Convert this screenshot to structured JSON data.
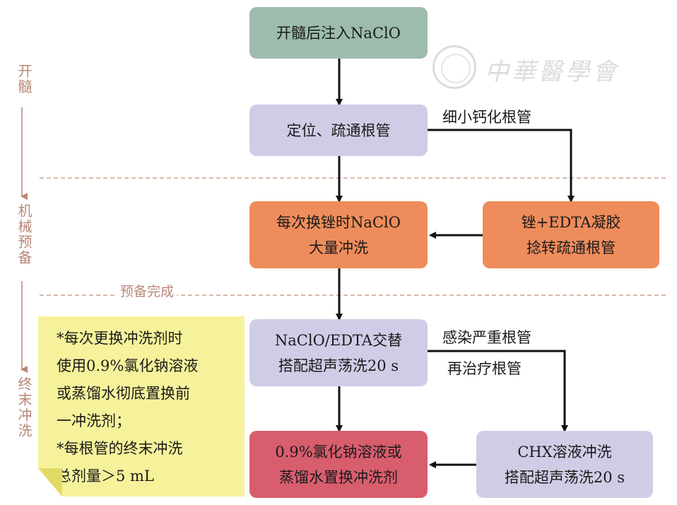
{
  "nodes": {
    "open": {
      "lines": [
        "开髓后注入NaClO"
      ]
    },
    "locate": {
      "lines": [
        "定位、疏通根管"
      ]
    },
    "flush": {
      "lines": [
        "每次换锉时NaClO",
        "大量冲洗"
      ]
    },
    "edta_gel": {
      "lines": [
        "锉+EDTA凝胶",
        "捻转疏通根管"
      ]
    },
    "alternate": {
      "lines": [
        "NaClO/EDTA交替",
        "搭配超声荡洗20 s"
      ]
    },
    "final": {
      "lines": [
        "0.9%氯化钠溶液或",
        "蒸馏水置换冲洗剂"
      ]
    },
    "chx": {
      "lines": [
        "CHX溶液冲洗",
        "搭配超声荡洗20 s"
      ]
    }
  },
  "edge_labels": {
    "calcified": "细小钙化根管",
    "infected_1": "感染严重根管",
    "infected_2": "再治疗根管"
  },
  "phases": {
    "open": "开髓",
    "mechanical": "机械预备",
    "final": "终末冲洗",
    "prep_done": "预备完成"
  },
  "note": {
    "lines": [
      "*每次更换冲洗剂时",
      "使用0.9%氯化钠溶液",
      "或蒸馏水彻底置换前",
      "一冲洗剂；",
      "*每根管的终末冲洗",
      "总剂量＞5 mL"
    ]
  },
  "colors": {
    "green": "#9dbcad",
    "lavender": "#cfcde6",
    "orange": "#ee8c5b",
    "red": "#d85d6d",
    "phase": "#b98778",
    "note": "#f6f29b"
  }
}
